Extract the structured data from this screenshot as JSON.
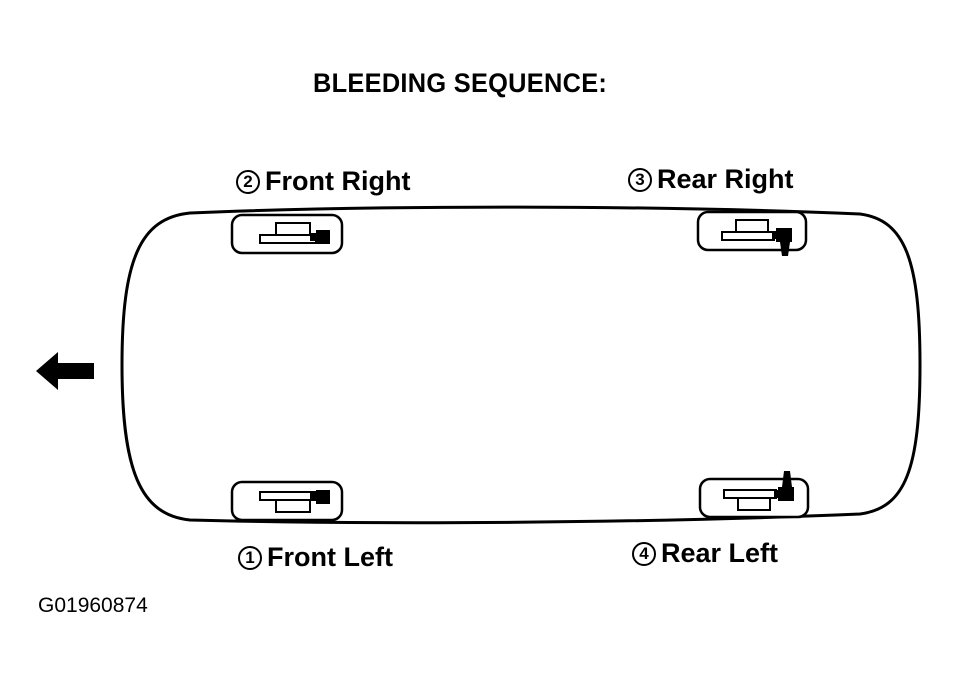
{
  "title": "BLEEDING SEQUENCE:",
  "wheels": [
    {
      "id": "front-right",
      "number": "2",
      "label": "Front Right"
    },
    {
      "id": "rear-right",
      "number": "3",
      "label": "Rear Right"
    },
    {
      "id": "front-left",
      "number": "1",
      "label": "Front Left"
    },
    {
      "id": "rear-left",
      "number": "4",
      "label": "Rear Left"
    }
  ],
  "figure_code": "G01960874",
  "icons": {
    "direction": "arrow-left-icon",
    "caliper": "brake-caliper-icon"
  },
  "colors": {
    "ink": "#000000",
    "background": "#ffffff"
  }
}
